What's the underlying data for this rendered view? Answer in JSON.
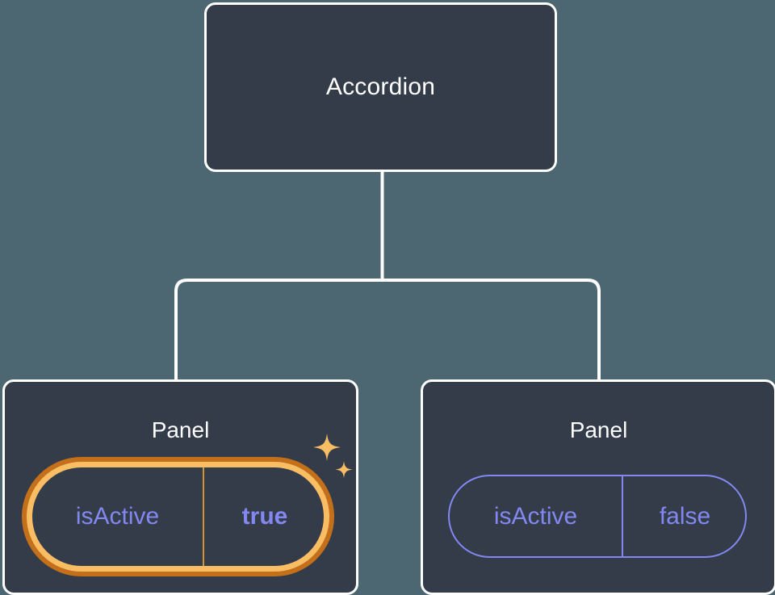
{
  "diagram": {
    "type": "component-tree",
    "background_color": "#4c6771",
    "node_fill_color": "#343c4a",
    "node_border_color": "#ffffff",
    "connector_color": "#ffffff",
    "prop_text_color": "#8288f0",
    "highlight_ring_inner_color": "#f9be64",
    "highlight_ring_outer_color": "#c4701a",
    "sparkle_color": "#f9be64"
  },
  "root": {
    "title": "Accordion"
  },
  "children": [
    {
      "title": "Panel",
      "highlighted": true,
      "prop": {
        "name": "isActive",
        "value": "true"
      }
    },
    {
      "title": "Panel",
      "highlighted": false,
      "prop": {
        "name": "isActive",
        "value": "false"
      }
    }
  ],
  "icons": {
    "sparkle_large": "sparkle-icon",
    "sparkle_small": "sparkle-icon"
  }
}
